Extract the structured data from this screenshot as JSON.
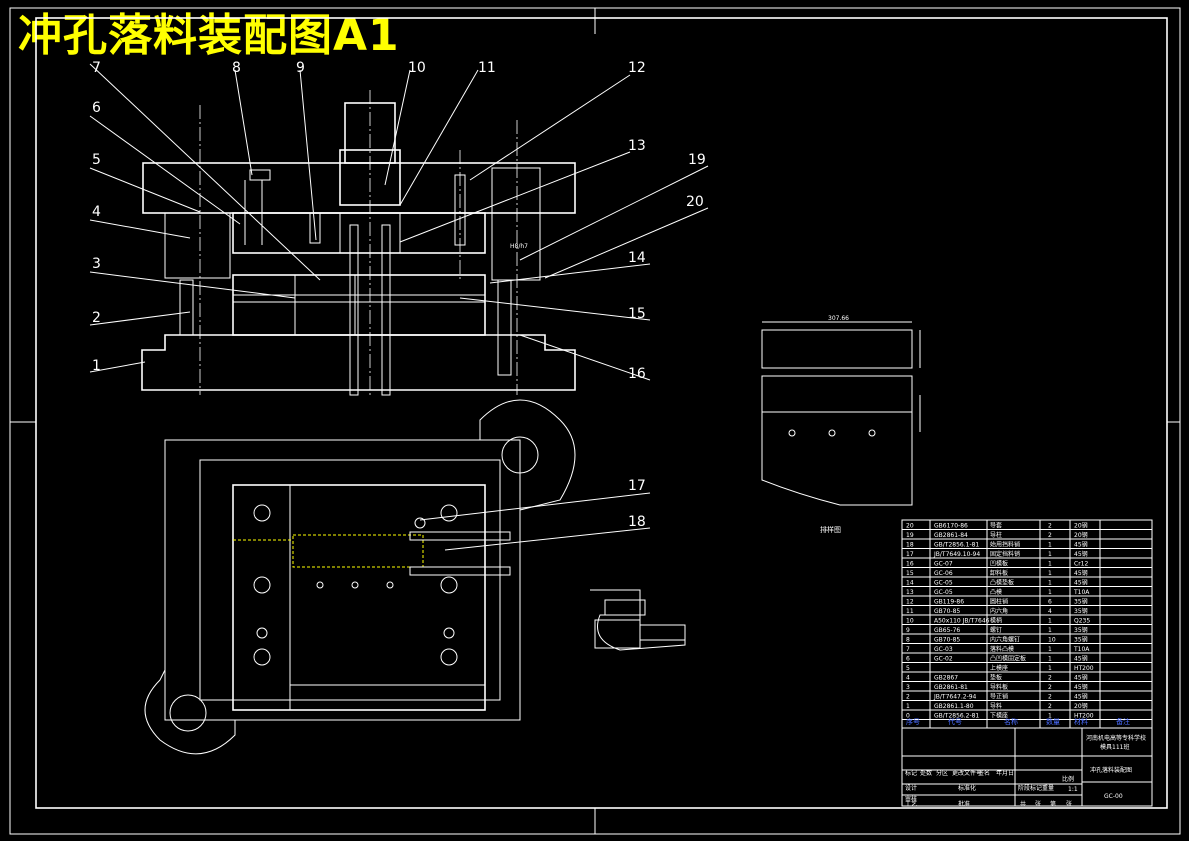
{
  "title": "冲孔落料装配图A1",
  "callouts": [
    "1",
    "2",
    "3",
    "4",
    "5",
    "6",
    "7",
    "8",
    "9",
    "10",
    "11",
    "12",
    "13",
    "14",
    "15",
    "16",
    "17",
    "18",
    "19",
    "20"
  ],
  "section_fit_label": "H8/h7",
  "strip_dimension": "307.66",
  "strip_label": "排样图",
  "bom_rows": [
    [
      "20",
      "GB6170-86",
      "导套",
      "2",
      "20钢"
    ],
    [
      "19",
      "GB2861-84",
      "导柱",
      "2",
      "20钢"
    ],
    [
      "18",
      "GB/T2856.1-81",
      "始用挡料销",
      "1",
      "45钢"
    ],
    [
      "17",
      "JB/T7649.10-94",
      "固定挡料销",
      "1",
      "45钢"
    ],
    [
      "16",
      "GC-07",
      "凹模板",
      "1",
      "Cr12"
    ],
    [
      "15",
      "GC-06",
      "卸料板",
      "1",
      "45钢"
    ],
    [
      "14",
      "GC-05",
      "凸模垫板",
      "1",
      "45钢"
    ],
    [
      "13",
      "GC-05",
      "凸模",
      "1",
      "T10A"
    ],
    [
      "12",
      "GB119-86",
      "圆柱销",
      "6",
      "35钢"
    ],
    [
      "11",
      "GB70-85",
      "内六角",
      "4",
      "35钢"
    ],
    [
      "10",
      "A50x110 JB/T7646",
      "模柄",
      "1",
      "Q235"
    ],
    [
      "9",
      "GB65-76",
      "螺钉",
      "1",
      "35钢"
    ],
    [
      "8",
      "GB70-85",
      "内六角螺钉",
      "10",
      "35钢"
    ],
    [
      "7",
      "GC-03",
      "落料凸模",
      "1",
      "T10A"
    ],
    [
      "6",
      "GC-02",
      "凸凹模固定板",
      "1",
      "45钢"
    ],
    [
      "5",
      "",
      "上模座",
      "1",
      "HT200"
    ],
    [
      "4",
      "GB2867",
      "垫板",
      "2",
      "45钢"
    ],
    [
      "3",
      "GB2861-81",
      "导料板",
      "2",
      "45钢"
    ],
    [
      "2",
      "JB/T7647.2-94",
      "导正销",
      "2",
      "45钢"
    ],
    [
      "1",
      "GB2861.1-80",
      "导料",
      "2",
      "20钢"
    ],
    [
      "0",
      "GB/T2856.2-81",
      "下模座",
      "1",
      "HT200"
    ]
  ],
  "bom_header": [
    "序号",
    "代号",
    "名称",
    "数量",
    "材料",
    "备注"
  ],
  "title_block": {
    "school": "河南机电高等专科学校",
    "class": "模具111班",
    "drawing_name": "冲孔落料装配图",
    "scale": "1:1",
    "code": "GC-00",
    "labels": [
      "标记",
      "处数",
      "分区",
      "更改文件号",
      "签名",
      "年月日",
      "设计",
      "标准化",
      "阶段标记",
      "重量",
      "比例",
      "审核",
      "工艺",
      "批准",
      "共",
      "张",
      "第",
      "张"
    ]
  },
  "colors": {
    "background": "#000000",
    "lines": "#ffffff",
    "title": "#ffff00",
    "header": "#4a6cff"
  }
}
